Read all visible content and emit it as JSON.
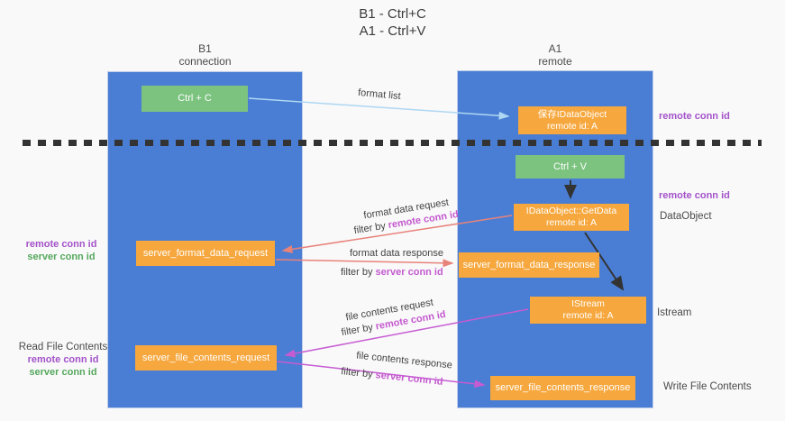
{
  "title": {
    "line1": "B1 - Ctrl+C",
    "line2": "A1 - Ctrl+V"
  },
  "lanes": [
    {
      "name": "B1",
      "subtitle": "connection"
    },
    {
      "name": "A1",
      "subtitle": "remote"
    }
  ],
  "nodes": {
    "ctrl_c": {
      "label": "Ctrl + C"
    },
    "save_idataobject": {
      "line1": "保存IDataObject",
      "line2": "remote id: A"
    },
    "ctrl_v": {
      "label": "Ctrl + V"
    },
    "getdata": {
      "line1": "IDataObject::GetData",
      "line2": "remote id: A"
    },
    "server_format_data_request": {
      "label": "server_format_data_request"
    },
    "server_format_data_response": {
      "label": "server_format_data_response"
    },
    "istream": {
      "line1": "IStream",
      "line2": "remote id: A"
    },
    "server_file_contents_request": {
      "label": "server_file_contents_request"
    },
    "server_file_contents_response": {
      "label": "server_file_contents_response"
    }
  },
  "flows": {
    "format_list": {
      "label": "format list"
    },
    "format_data_request": {
      "label": "format data request",
      "filter_prefix": "filter by ",
      "filter_key": "remote conn id"
    },
    "format_data_response": {
      "label": "format data response",
      "filter_prefix": "filter by ",
      "filter_key": "server conn id"
    },
    "file_contents_request": {
      "label": "file contents request",
      "filter_prefix": "filter by ",
      "filter_key": "remote conn id"
    },
    "file_contents_response": {
      "label": "file contents response",
      "filter_prefix": "filter by ",
      "filter_key": "server conn id"
    }
  },
  "annotations": {
    "right": [
      {
        "text": "remote conn id"
      },
      {
        "text": "remote conn id"
      },
      {
        "text": "DataObject"
      },
      {
        "text": "Istream"
      },
      {
        "text": "Write File Contents"
      }
    ],
    "left_top": [
      {
        "text": "remote conn id"
      },
      {
        "text": "server conn id"
      }
    ],
    "left_bottom": [
      {
        "text": "Read File Contents"
      },
      {
        "text": "remote conn id"
      },
      {
        "text": "server conn id"
      }
    ]
  },
  "colors": {
    "lane": "#4a7ed4",
    "box_orange": "#f6a73d",
    "box_green": "#7cc380",
    "text_purple": "#a352c9",
    "text_green": "#55a85c",
    "text_magenta": "#c45ace",
    "arrow_blue": "#aed7f2",
    "arrow_salmon": "#e8837a",
    "arrow_magenta": "#c65bd2",
    "arrow_black": "#333333"
  }
}
